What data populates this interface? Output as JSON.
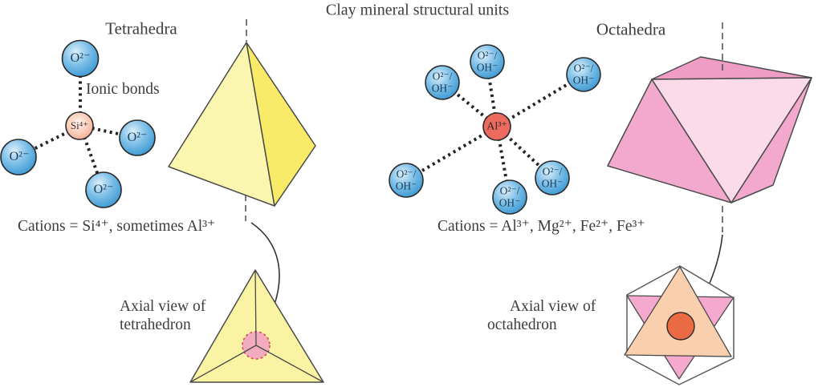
{
  "title": "Clay mineral structural units",
  "tetrahedra": {
    "heading": "Tetrahedra",
    "ionic_bonds_label": "Ionic bonds",
    "cation_label": "Si⁴⁺",
    "anion_label": "O²⁻",
    "cations_line": "Cations = Si⁴⁺, sometimes Al³⁺",
    "axial_line1": "Axial view of",
    "axial_line2": "tetrahedron"
  },
  "octahedra": {
    "heading": "Octahedra",
    "cation_label": "Al³⁺",
    "anion_label_line1": "O²⁻/",
    "anion_label_line2": "OH⁻",
    "cations_line": "Cations = Al³⁺, Mg²⁺, Fe²⁺, Fe³⁺",
    "axial_line1": "Axial view of",
    "axial_line2": "octahedron"
  },
  "colors": {
    "tetrahedron_face_light": "#FBF6AF",
    "tetrahedron_face_dark": "#F8EB67",
    "axial_triangle_yellow": "#FAF3A3",
    "octahedron_face_top": "#F09DC5",
    "octahedron_face_side": "#F3A9CD",
    "octahedron_face_front": "#FBDAEA",
    "axial_pink_triangle": "#F6A9CF",
    "axial_peach_triangle": "#F9CFAD",
    "axial_orange_circle": "#EA6A44",
    "axial_pink_circle": "#F3ACBD",
    "anion_blue": "#3D94D0",
    "si_salmon": "#F09B80",
    "al_red": "#ED6A5E",
    "line_gray": "#4a4a4a"
  }
}
